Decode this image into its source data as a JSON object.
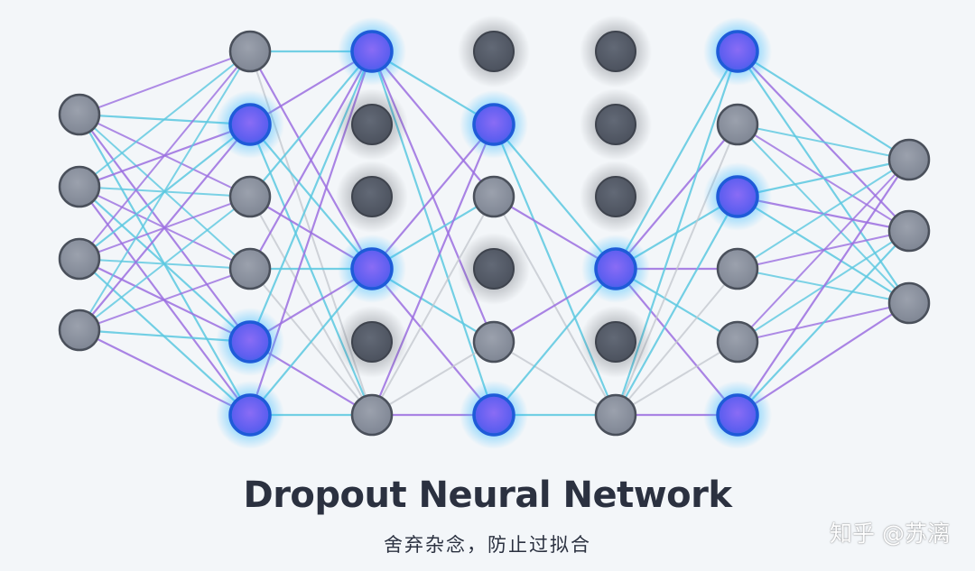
{
  "title": "Dropout Neural Network",
  "subtitle": "舍弃杂念，防止过拟合",
  "watermark": "知乎 @苏漓",
  "colors": {
    "background": "#f3f6f9",
    "active_node": "#6a63f0",
    "active_node_border": "#1e5bd8",
    "active_glow": "#38c8ff",
    "inactive_node": "#8a919f",
    "dropped_node": "#545b68",
    "edge_purple": "#9b6fe0",
    "edge_cyan": "#5bc8e0",
    "edge_gray": "#c2c6cc"
  },
  "layers": [
    {
      "name": "input",
      "nodes": [
        "inactive",
        "inactive",
        "inactive",
        "inactive"
      ]
    },
    {
      "name": "hidden-1",
      "nodes": [
        "inactive",
        "active",
        "inactive",
        "inactive",
        "active",
        "active"
      ]
    },
    {
      "name": "hidden-2",
      "nodes": [
        "active",
        "dropped",
        "dropped",
        "active",
        "dropped",
        "inactive"
      ]
    },
    {
      "name": "hidden-3",
      "nodes": [
        "dropped",
        "active",
        "inactive",
        "dropped",
        "inactive",
        "active"
      ]
    },
    {
      "name": "hidden-4",
      "nodes": [
        "dropped",
        "dropped",
        "dropped",
        "active",
        "dropped",
        "inactive"
      ]
    },
    {
      "name": "hidden-5",
      "nodes": [
        "active",
        "inactive",
        "active",
        "inactive",
        "inactive",
        "active"
      ]
    },
    {
      "name": "output",
      "nodes": [
        "inactive",
        "inactive",
        "inactive"
      ]
    }
  ]
}
